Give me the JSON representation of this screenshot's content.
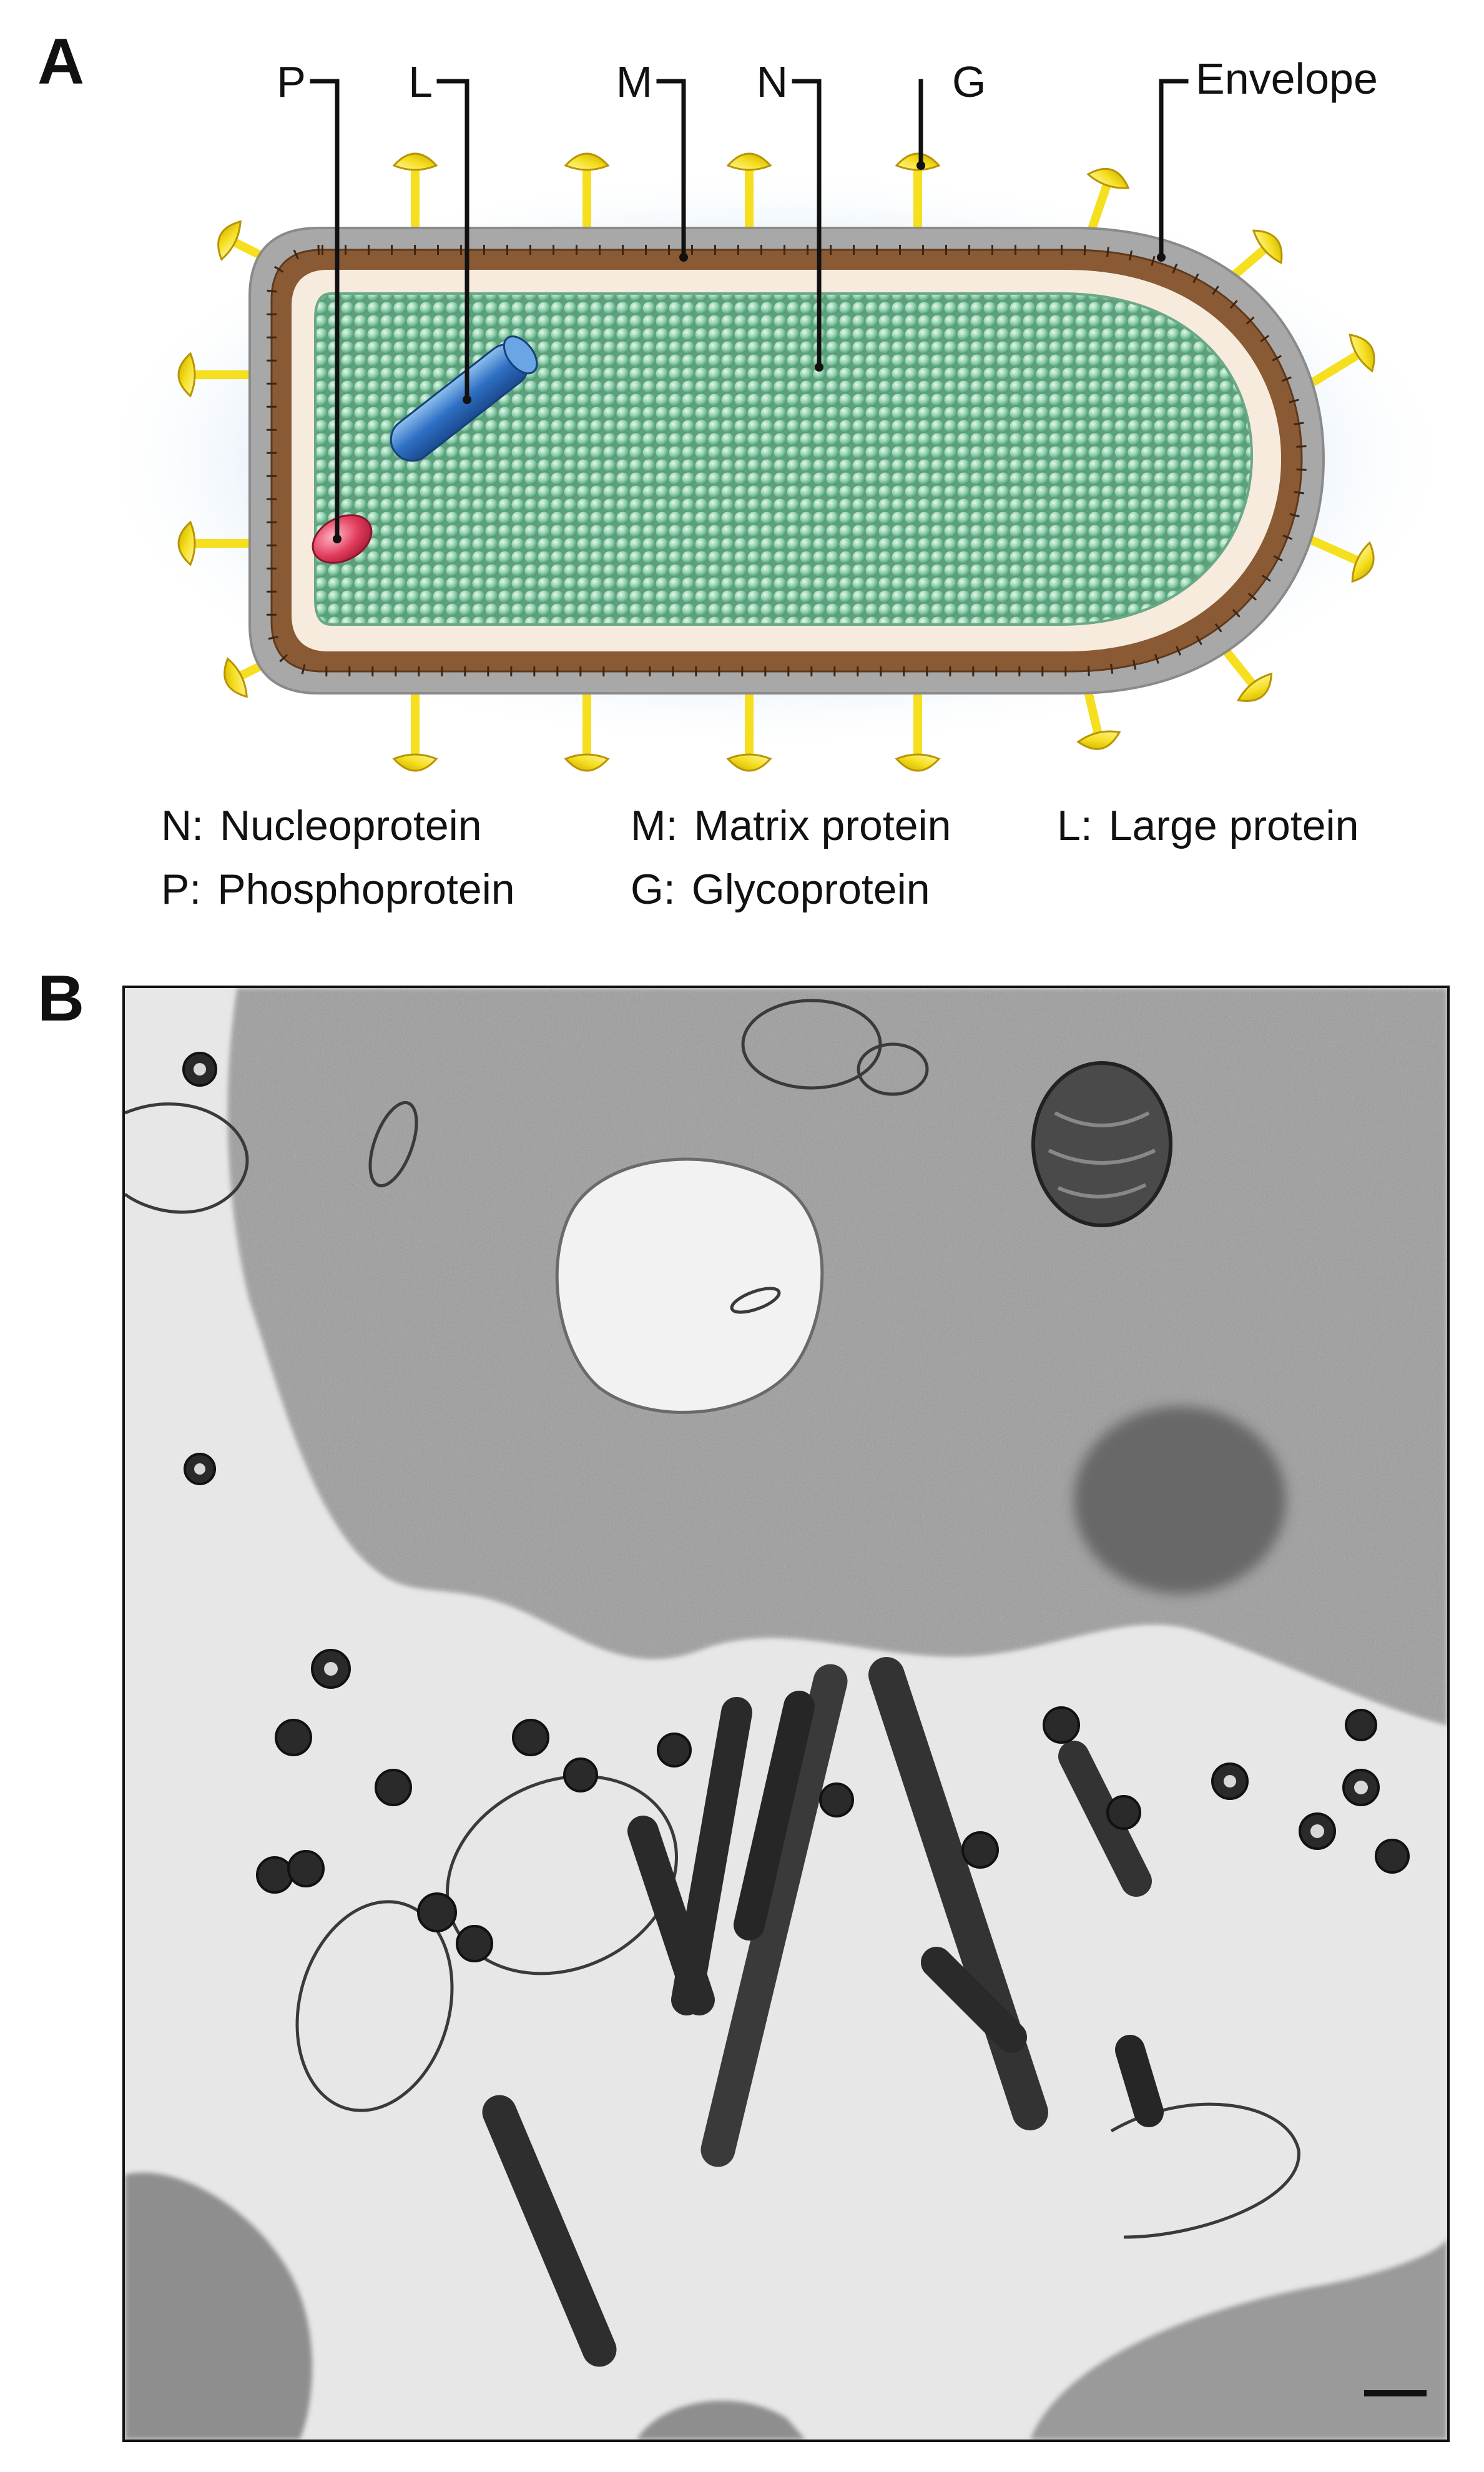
{
  "panel_a": {
    "letter": "A",
    "callouts": {
      "p": "P",
      "l": "L",
      "m": "M",
      "n": "N",
      "g": "G",
      "envelope": "Envelope"
    },
    "legend": [
      {
        "abbr": "N:",
        "name": "Nucleoprotein"
      },
      {
        "abbr": "M:",
        "name": "Matrix protein"
      },
      {
        "abbr": "L:",
        "name": "Large protein"
      },
      {
        "abbr": "P:",
        "name": "Phosphoprotein"
      },
      {
        "abbr": "G:",
        "name": "Glycoprotein"
      }
    ],
    "colors": {
      "glow": "#dcebf8",
      "envelope": "#a8a8a8",
      "matrix": "#8a5a34",
      "interior": "#f7ebdd",
      "nucleoprotein": "#8fd1ad",
      "glycoprotein": "#f5df1f",
      "large_protein": "#2f6fc4",
      "phosphoprotein": "#e23b5b"
    }
  },
  "panel_b": {
    "letter": "B"
  }
}
